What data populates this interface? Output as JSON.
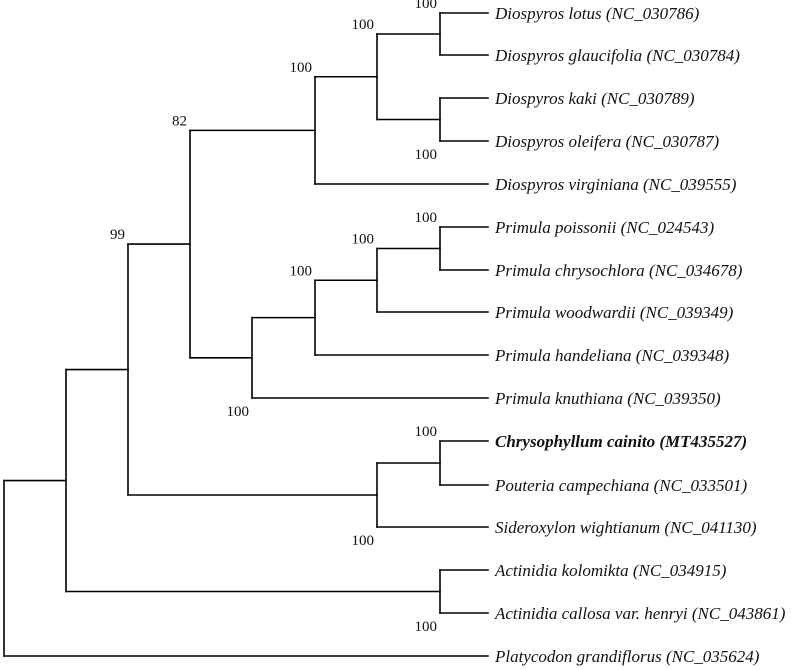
{
  "taxa": [
    {
      "id": "t1",
      "name": "Diospyros lotus",
      "accession": "(NC_030786)",
      "bold": false
    },
    {
      "id": "t2",
      "name": "Diospyros glaucifolia",
      "accession": "(NC_030784)",
      "bold": false
    },
    {
      "id": "t3",
      "name": "Diospyros kaki",
      "accession": "(NC_030789)",
      "bold": false
    },
    {
      "id": "t4",
      "name": "Diospyros oleifera",
      "accession": "(NC_030787)",
      "bold": false
    },
    {
      "id": "t5",
      "name": "Diospyros virginiana",
      "accession": "(NC_039555)",
      "bold": false
    },
    {
      "id": "t6",
      "name": "Primula poissonii",
      "accession": "(NC_024543)",
      "bold": false
    },
    {
      "id": "t7",
      "name": "Primula chrysochlora",
      "accession": "(NC_034678)",
      "bold": false
    },
    {
      "id": "t8",
      "name": "Primula woodwardii",
      "accession": "(NC_039349)",
      "bold": false
    },
    {
      "id": "t9",
      "name": "Primula handeliana",
      "accession": "(NC_039348)",
      "bold": false
    },
    {
      "id": "t10",
      "name": "Primula knuthiana",
      "accession": "(NC_039350)",
      "bold": false
    },
    {
      "id": "t11",
      "name": "Chrysophyllum cainito",
      "accession": "(MT435527)",
      "bold": true
    },
    {
      "id": "t12",
      "name": "Pouteria campechiana",
      "accession": "(NC_033501)",
      "bold": false
    },
    {
      "id": "t13",
      "name": "Sideroxylon wightianum",
      "accession": "(NC_041130)",
      "bold": false
    },
    {
      "id": "t14",
      "name": "Actinidia kolomikta",
      "accession": "(NC_034915)",
      "bold": false
    },
    {
      "id": "t15",
      "name": "Actinidia callosa var. henryi",
      "accession": "(NC_043861)",
      "bold": false
    },
    {
      "id": "t16",
      "name": "Platycodon grandiflorus",
      "accession": "(NC_035624)",
      "bold": false
    }
  ],
  "nodes": [
    {
      "id": "n_dlotus_glauc",
      "children": [
        "t1",
        "t2"
      ],
      "support": "100"
    },
    {
      "id": "n_dkaki_oleif",
      "children": [
        "t3",
        "t4"
      ],
      "support": "100"
    },
    {
      "id": "n_diosp4",
      "children": [
        "n_dlotus_glauc",
        "n_dkaki_oleif"
      ],
      "support": "100"
    },
    {
      "id": "n_diosp5",
      "children": [
        "n_diosp4",
        "t5"
      ],
      "support": "100"
    },
    {
      "id": "n_prim_poi_chr",
      "children": [
        "t6",
        "t7"
      ],
      "support": "100"
    },
    {
      "id": "n_prim3",
      "children": [
        "n_prim_poi_chr",
        "t8"
      ],
      "support": "100"
    },
    {
      "id": "n_prim4",
      "children": [
        "n_prim3",
        "t9"
      ],
      "support": "100"
    },
    {
      "id": "n_prim5",
      "children": [
        "n_prim4",
        "t10"
      ],
      "support": "100"
    },
    {
      "id": "n_ericales1",
      "children": [
        "n_diosp5",
        "n_prim5"
      ],
      "support": "82"
    },
    {
      "id": "n_chry_pout",
      "children": [
        "t11",
        "t12"
      ],
      "support": "100"
    },
    {
      "id": "n_sapot",
      "children": [
        "n_chry_pout",
        "t13"
      ],
      "support": "100"
    },
    {
      "id": "n_ericales2",
      "children": [
        "n_ericales1",
        "n_sapot"
      ],
      "support": "99"
    },
    {
      "id": "n_actin",
      "children": [
        "t14",
        "t15"
      ],
      "support": "100"
    },
    {
      "id": "n_ingroup",
      "children": [
        "n_ericales2",
        "n_actin"
      ],
      "support": ""
    },
    {
      "id": "n_root",
      "children": [
        "n_ingroup",
        "t16"
      ],
      "support": ""
    }
  ]
}
